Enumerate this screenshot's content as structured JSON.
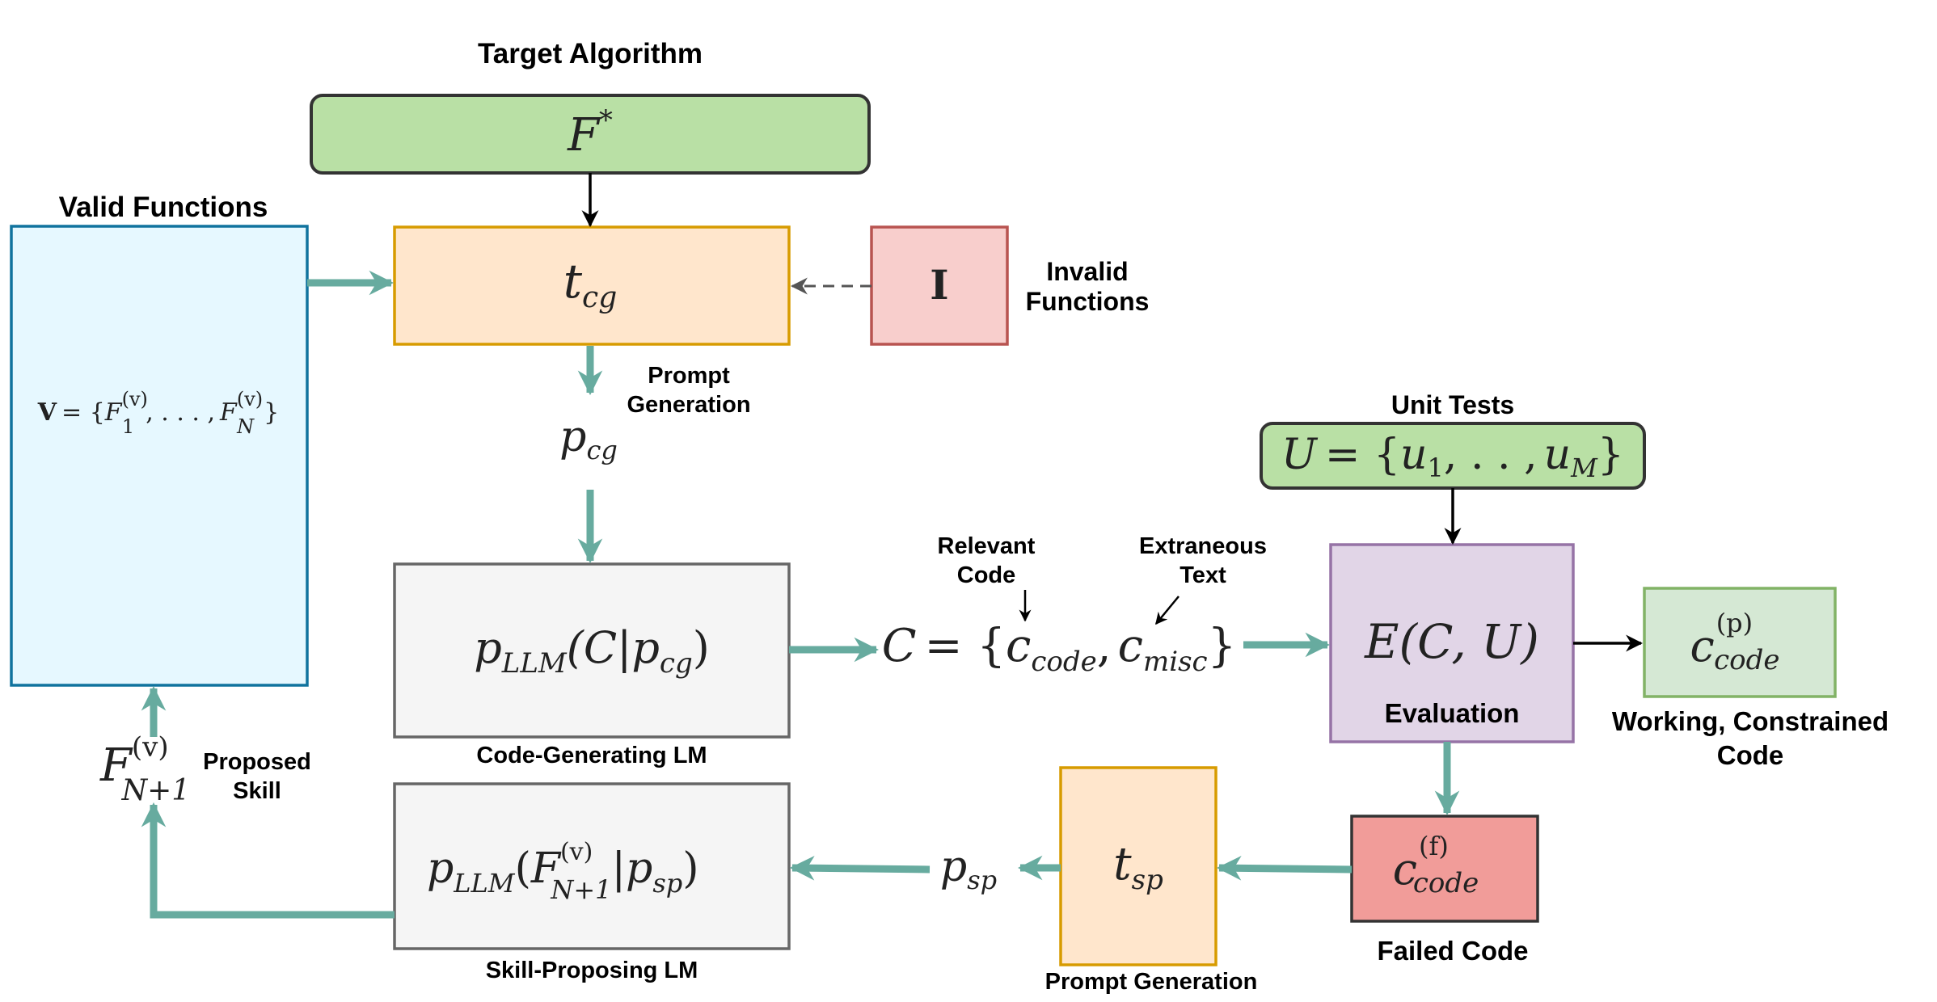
{
  "labels": {
    "target_algorithm": "Target Algorithm",
    "valid_functions": "Valid Functions",
    "invalid_line1": "Invalid",
    "invalid_line2": "Functions",
    "prompt_gen_line1": "Prompt",
    "prompt_gen_line2": "Generation",
    "unit_tests": "Unit Tests",
    "relevant_line1": "Relevant",
    "relevant_line2": "Code",
    "extraneous_line1": "Extraneous",
    "extraneous_line2": "Text",
    "code_generating_lm": "Code-Generating LM",
    "evaluation": "Evaluation",
    "working_line1": "Working, Constrained",
    "working_line2": "Code",
    "proposed_line1": "Proposed",
    "proposed_line2": "Skill",
    "skill_proposing_lm": "Skill-Proposing LM",
    "failed_code": "Failed Code",
    "prompt_generation_bottom": "Prompt Generation"
  },
  "math": {
    "f_star": "F",
    "f_star_sup": "*",
    "t_cg": "t",
    "t_cg_sub": "cg",
    "invalid_symbol": "I",
    "p_cg": "p",
    "p_cg_sub": "cg",
    "valid_set_V": "V",
    "valid_set_eq": "= {",
    "valid_set_F": "F",
    "valid_set_mid": ", . . . ,",
    "valid_set_end": "}",
    "sup_v": "(v)",
    "sub_1": "1",
    "sub_N": "N",
    "unit_tests_U": "U",
    "unit_tests_eq": "= {",
    "unit_tests_u": "u",
    "unit_tests_sub1": "1",
    "unit_tests_mid": ", . . ,",
    "unit_tests_subM": "M",
    "unit_tests_end": "}",
    "pllm_p": "p",
    "pllm_sub": "LLM",
    "pllm_args_open": "(C|",
    "pllm_args_p": "p",
    "pllm_args_sub": "cg",
    "pllm_args_close": ")",
    "c_set_C": "C",
    "c_set_eq": "= {",
    "c_set_c1": "c",
    "c_set_code": "code",
    "c_set_comma": ",",
    "c_set_c2": "c",
    "c_set_misc": "misc",
    "c_set_end": "}",
    "eval": "E(C, U)",
    "c_pass": "c",
    "c_pass_sup": "(p)",
    "c_pass_sub": "code",
    "c_fail": "c",
    "c_fail_sup": "(f)",
    "c_fail_sub": "code",
    "t_sp": "t",
    "t_sp_sub": "sp",
    "p_sp": "p",
    "p_sp_sub": "sp",
    "f_new": "F",
    "f_new_sup": "(v)",
    "f_new_sub": "N+1",
    "sp_p": "p",
    "sp_sub": "LLM",
    "sp_open": "(",
    "sp_F": "F",
    "sp_F_sup": "(v)",
    "sp_F_sub": "N+1",
    "sp_bar": "|",
    "sp_p2": "p",
    "sp_p2_sub": "sp",
    "sp_close": ")"
  },
  "colors": {
    "teal": "#67AB9F",
    "green_fill": "#B9E0A5",
    "orange_fill": "#FFE6CC",
    "orange_stroke": "#D79B00",
    "red_light_fill": "#F8CECC",
    "red_light_stroke": "#B85450",
    "blue_fill": "#E6F8FF",
    "blue_stroke": "#10739E",
    "gray_fill": "#F5F5F5",
    "gray_stroke": "#666666",
    "purple_fill": "#E1D5E7",
    "purple_stroke": "#9673A6",
    "light_green_fill": "#D5E8D4",
    "light_green_stroke": "#82B366",
    "red_fill": "#F19C99"
  }
}
